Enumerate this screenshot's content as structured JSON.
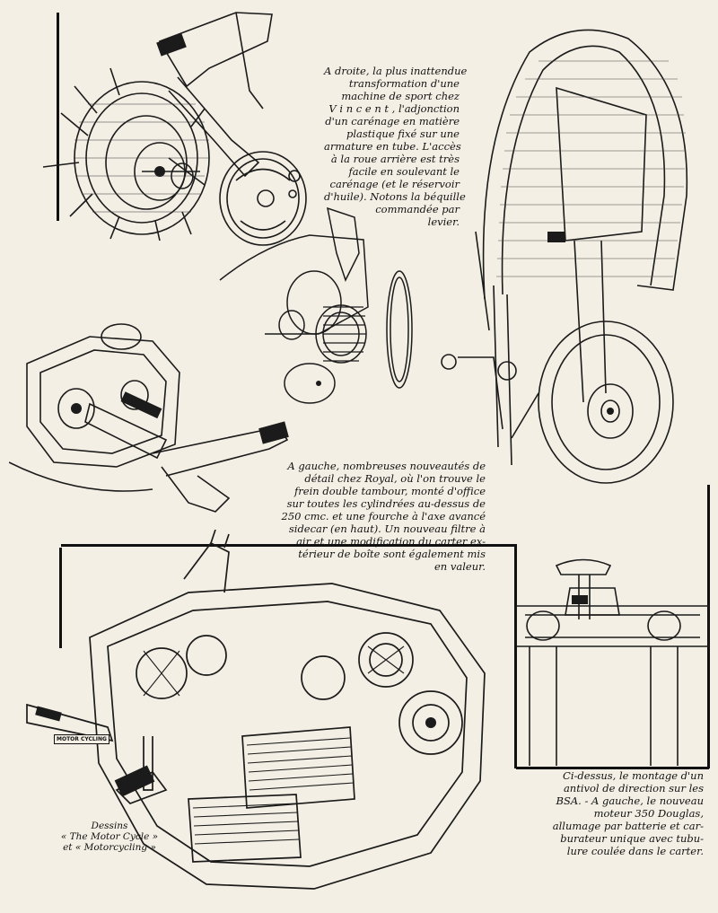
{
  "captions": {
    "top_right": [
      "A droite, la plus inattendue",
      "transformation d'une",
      "machine de sport chez",
      "V i n c e n t , l'adjonction",
      "d'un carénage en matière",
      "plastique fixé sur une",
      "armature en tube. L'accès",
      "à la roue arrière est très",
      "facile en soulevant le",
      "carénage (et le réservoir",
      "d'huile). Notons la béquille",
      "commandée par",
      "levier."
    ],
    "middle": [
      "A gauche, nombreuses nouveautés de",
      "détail chez Royal, où l'on trouve le",
      "frein double tambour, monté d'office",
      "sur toutes les cylindrées au-dessus de",
      "250 cmc. et une fourche à l'axe avancé",
      "sidecar (en haut). Un nouveau filtre à",
      "air et une modification du carter ex-",
      "térieur de boîte sont également mis",
      "en valeur."
    ],
    "bottom_right": [
      "Ci-dessus, le montage d'un",
      "antivol de direction sur les",
      "BSA. - A gauche, le nouveau",
      "moteur 350 Douglas,",
      "allumage par batterie et car-",
      "burateur unique avec tubu-",
      "lure coulée dans le carter."
    ],
    "credit": [
      "Dessins",
      "« The Motor Cycle »",
      "et « Motorcycling »"
    ],
    "engine_stamp": "MOTOR CYCLING"
  },
  "illustrations": {
    "top_left": "rear-hub-brake-drawing",
    "mid_center": "gearbox-exploded-drawing",
    "right": "vincent-fairing-drawing",
    "mid_left": "gearbox-casing-kickstart-drawing",
    "bottom_left": "douglas-engine-cutaway-drawing",
    "bottom_right": "bsa-steering-lock-drawing"
  }
}
